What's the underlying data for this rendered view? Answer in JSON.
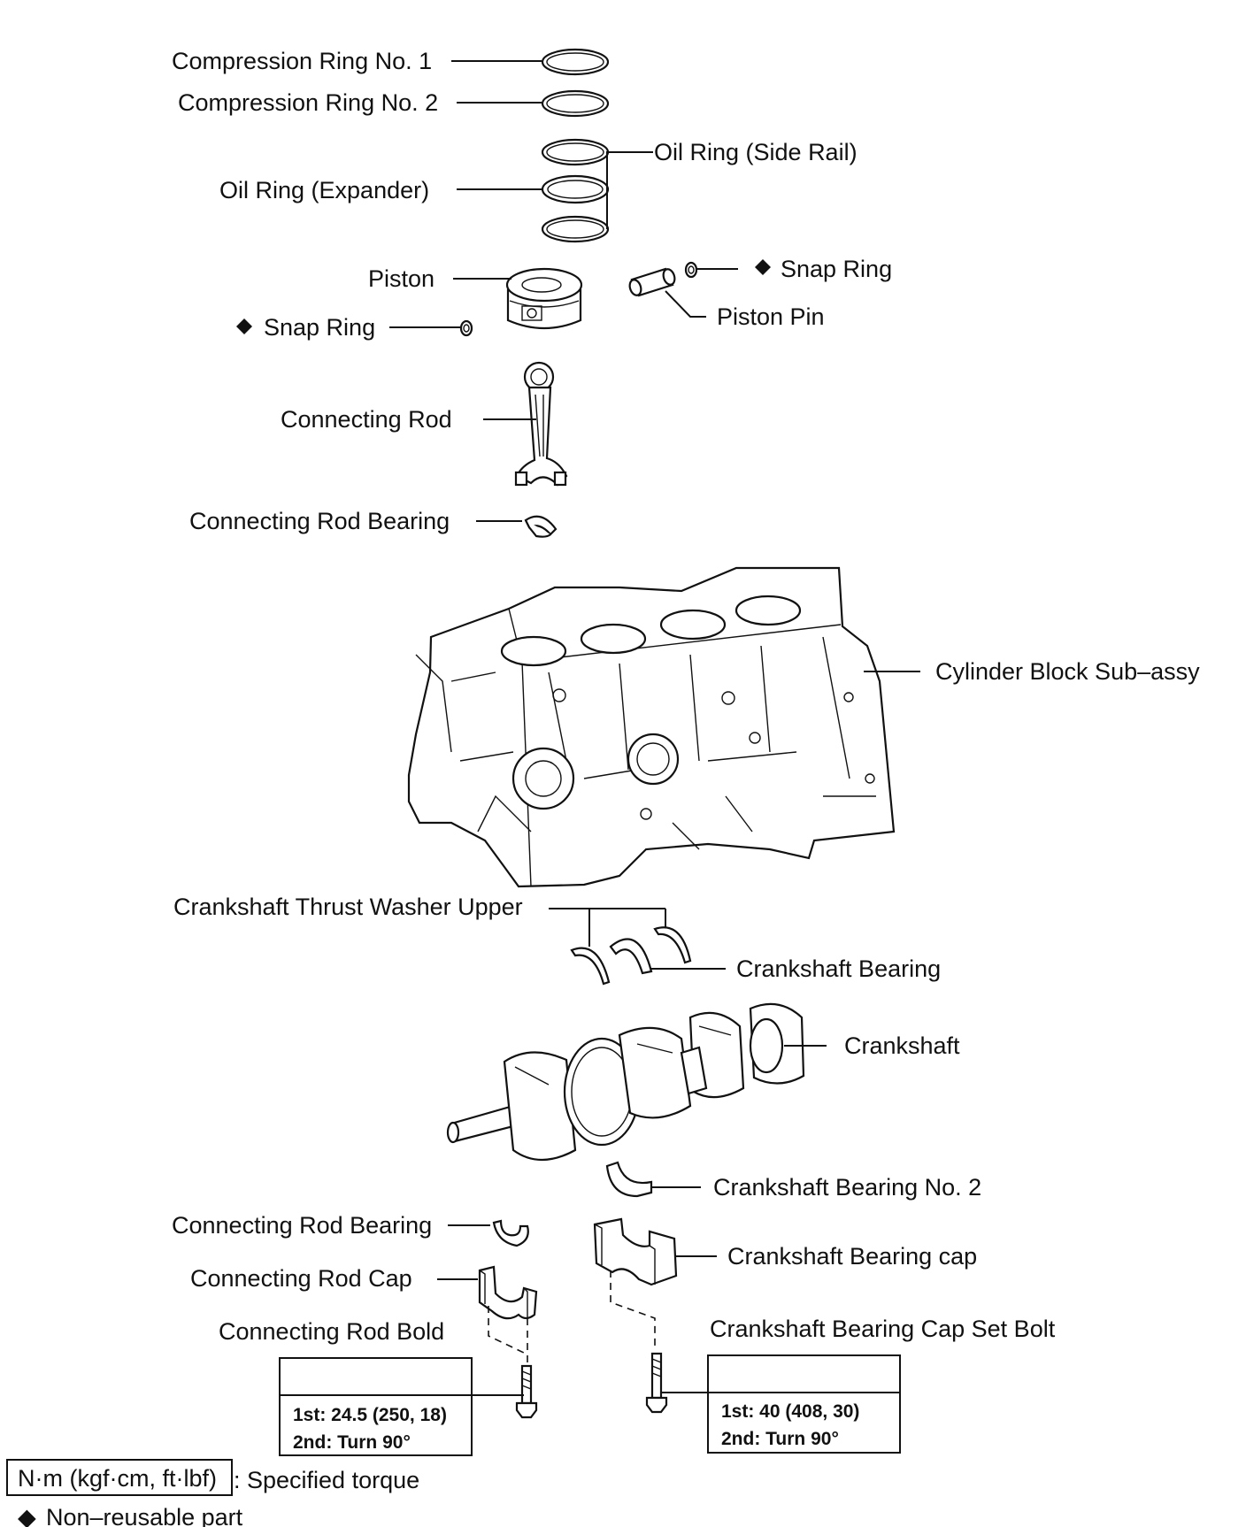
{
  "labels": {
    "compression_ring_1": "Compression Ring No. 1",
    "compression_ring_2": "Compression Ring No. 2",
    "oil_ring_side_rail": "Oil Ring (Side Rail)",
    "oil_ring_expander": "Oil Ring (Expander)",
    "piston": "Piston",
    "snap_ring_right": "Snap Ring",
    "snap_ring_left": "Snap Ring",
    "piston_pin": "Piston Pin",
    "connecting_rod": "Connecting Rod",
    "connecting_rod_bearing_upper": "Connecting Rod Bearing",
    "cylinder_block": "Cylinder Block Sub–assy",
    "crankshaft_thrust_washer": "Crankshaft Thrust Washer Upper",
    "crankshaft_bearing": "Crankshaft Bearing",
    "crankshaft": "Crankshaft",
    "crankshaft_bearing_no2": "Crankshaft Bearing No. 2",
    "connecting_rod_bearing_lower": "Connecting Rod Bearing",
    "crankshaft_bearing_cap": "Crankshaft Bearing cap",
    "connecting_rod_cap": "Connecting Rod Cap",
    "connecting_rod_bolt": "Connecting Rod Bold",
    "crankshaft_bearing_cap_bolt": "Crankshaft Bearing Cap Set Bolt"
  },
  "torque": {
    "rod_bolt": {
      "line1": "1st: 24.5 (250, 18)",
      "line2": "2nd: Turn 90°"
    },
    "cap_bolt": {
      "line1": "1st: 40 (408, 30)",
      "line2": "2nd: Turn 90°"
    }
  },
  "legend": {
    "torque_unit": "N·m (kgf·cm, ft·lbf)",
    "torque_text": ": Specified torque",
    "nonreusable_text": "Non–reusable part",
    "nonreusable_symbol": "◆"
  }
}
